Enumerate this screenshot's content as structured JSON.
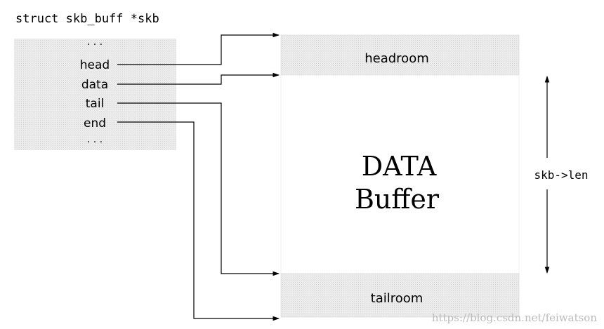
{
  "struct_title": "struct skb_buff *skb",
  "struct_fields": {
    "ellipsis_top": "· · ·",
    "head": "head",
    "data": "data",
    "tail": "tail",
    "end": "end",
    "ellipsis_bottom": "· · ·"
  },
  "buffer": {
    "headroom": "headroom",
    "data_line1": "DATA",
    "data_line2": "Buffer",
    "tailroom": "tailroom"
  },
  "length_label": "skb->len",
  "watermark": "https://blog.csdn.net/feiwatson",
  "colors": {
    "struct_fill": "#e8e8e8",
    "room_fill": "#ececec",
    "line": "#000000"
  }
}
